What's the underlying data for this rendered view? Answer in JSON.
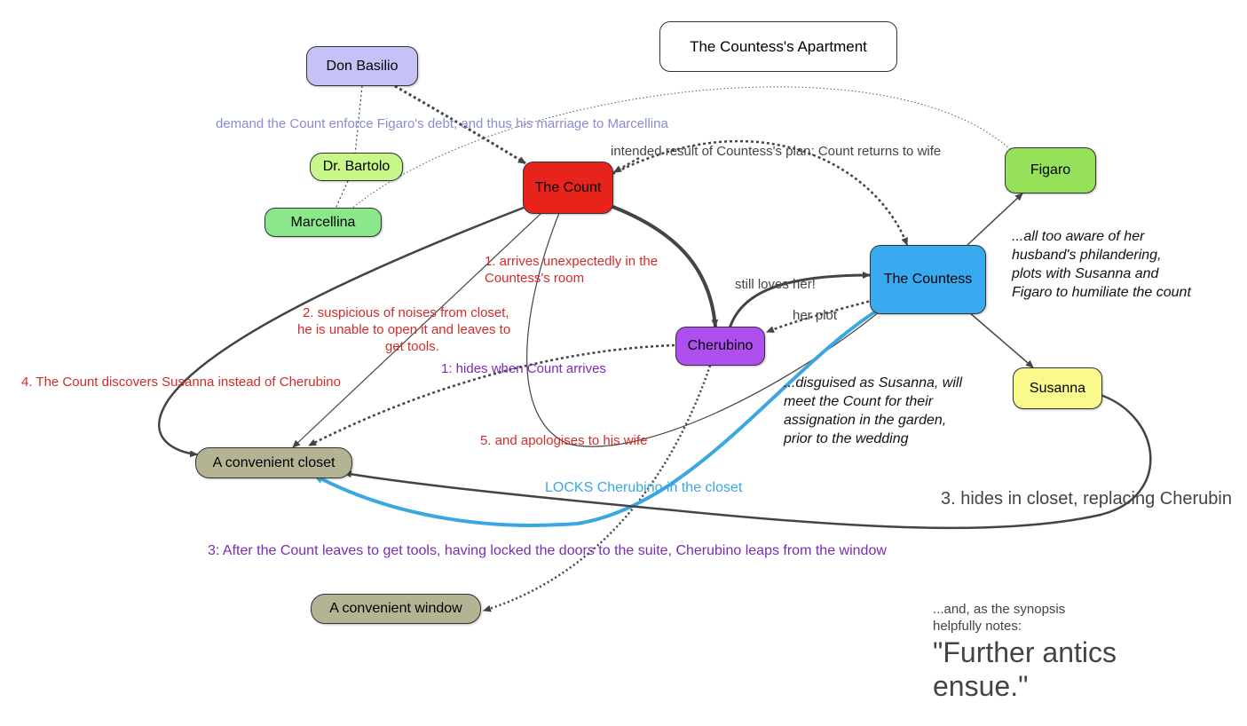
{
  "nodes": {
    "apartment": "The Countess's Apartment",
    "basilio": "Don Basilio",
    "bartolo": "Dr. Bartolo",
    "marcellina": "Marcellina",
    "count": "The Count",
    "countess": "The Countess",
    "figaro": "Figaro",
    "susanna": "Susanna",
    "cherubino": "Cherubino",
    "closet": "A convenient closet",
    "window": "A convenient window"
  },
  "labels": {
    "demand": "demand the Count enforce Figaro's debt, and thus his marriage to Marcellina",
    "intended": "intended result of Countess's plan: Count returns to wife",
    "arrives_1": "1. arrives unexpectedly in the",
    "arrives_2": "Countess's room",
    "suspicious_1": "2. suspicious of noises from closet,",
    "suspicious_2": "he is unable to open it and leaves to",
    "suspicious_3": "get tools.",
    "hides": "1: hides when Count arrives",
    "discovers": "4. The Count discovers Susanna instead of Cherubino",
    "apologises": "5. and apologises to his wife",
    "still_loves": "still loves her!",
    "her_plot": "her plot",
    "locks": "LOCKS Cherubino in the closet",
    "leaps": "3: After the Count leaves to get tools, having locked the doors to the suite, Cherubino leaps from the window",
    "replacing": "3. hides in closet, replacing Cherubin",
    "countess_note": "...all too aware of her husband's philandering, plots with Susanna and Figaro to humiliate the count",
    "susanna_note": "...disguised as Susanna, will meet the Count for their assignation in the garden,  prior to the wedding",
    "synopsis_small": "...and, as the synopsis helpfully notes:",
    "synopsis_big": "\"Further antics ensue.\""
  },
  "colors": {
    "basilio": "#c4c2f7",
    "bartolo": "#c8f78a",
    "marcellina": "#8ae88a",
    "count": "#e8231c",
    "countess": "#3aaaf0",
    "figaro": "#96e05a",
    "susanna": "#fafa8c",
    "cherubino": "#b04ff0",
    "closet": "#b4b494",
    "window": "#b4b494",
    "edge_dark": "#444444",
    "edge_blue": "#3ba7e0"
  }
}
